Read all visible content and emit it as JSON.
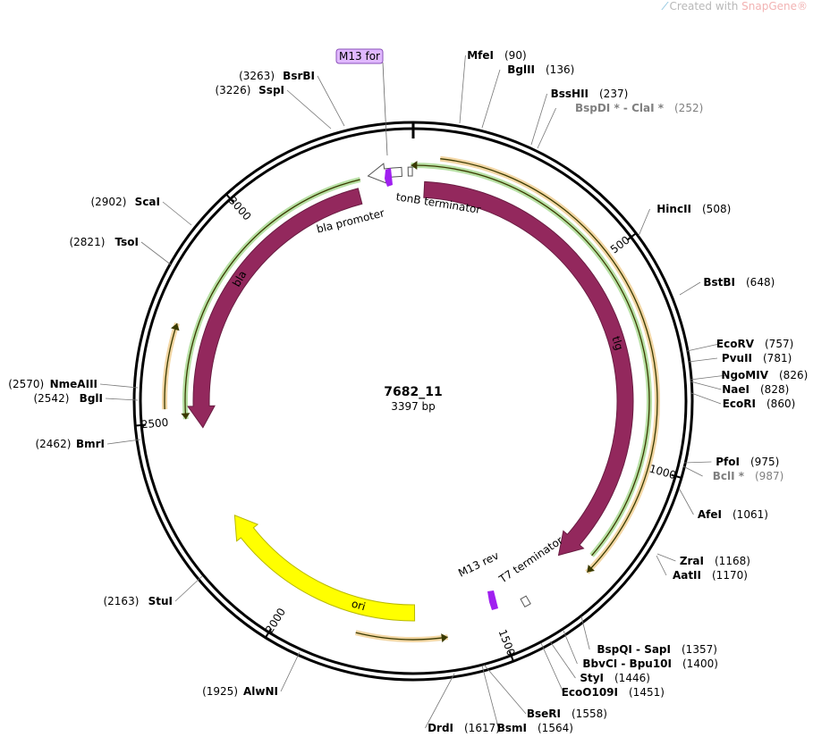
{
  "watermark": {
    "prefix": "Created with ",
    "brand": "SnapGene",
    "mark": "®"
  },
  "plasmid": {
    "name": "7682_11",
    "length_label": "3397 bp",
    "length": 3397
  },
  "ticks": [
    "500",
    "1000",
    "1500",
    "2000",
    "2500",
    "3000"
  ],
  "enzymes": [
    {
      "name": "MfeI",
      "pos": "(90)"
    },
    {
      "name": "BglII",
      "pos": "(136)"
    },
    {
      "name": "BssHII",
      "pos": "(237)"
    },
    {
      "name": "BspDI * - ClaI *",
      "pos": "(252)"
    },
    {
      "name": "HincII",
      "pos": "(508)"
    },
    {
      "name": "BstBI",
      "pos": "(648)"
    },
    {
      "name": "EcoRV",
      "pos": "(757)"
    },
    {
      "name": "PvuII",
      "pos": "(781)"
    },
    {
      "name": "NgoMIV",
      "pos": "(826)"
    },
    {
      "name": "NaeI",
      "pos": "(828)"
    },
    {
      "name": "EcoRI",
      "pos": "(860)"
    },
    {
      "name": "PfoI",
      "pos": "(975)"
    },
    {
      "name": "BclI *",
      "pos": "(987)"
    },
    {
      "name": "AfeI",
      "pos": "(1061)"
    },
    {
      "name": "ZraI",
      "pos": "(1168)"
    },
    {
      "name": "AatII",
      "pos": "(1170)"
    },
    {
      "name": "BspQI - SapI",
      "pos": "(1357)"
    },
    {
      "name": "BbvCI - Bpu10I",
      "pos": "(1400)"
    },
    {
      "name": "StyI",
      "pos": "(1446)"
    },
    {
      "name": "EcoO109I",
      "pos": "(1451)"
    },
    {
      "name": "BseRI",
      "pos": "(1558)"
    },
    {
      "name": "BsmI",
      "pos": "(1564)"
    },
    {
      "name": "DrdI",
      "pos": "(1617)"
    },
    {
      "name": "AlwNI",
      "pos": "(1925)"
    },
    {
      "name": "StuI",
      "pos": "(2163)"
    },
    {
      "name": "BmrI",
      "pos": "(2462)"
    },
    {
      "name": "BglI",
      "pos": "(2542)"
    },
    {
      "name": "NmeAIII",
      "pos": "(2570)"
    },
    {
      "name": "TsoI",
      "pos": "(2821)"
    },
    {
      "name": "ScaI",
      "pos": "(2902)"
    },
    {
      "name": "SspI",
      "pos": "(3226)"
    },
    {
      "name": "BsrBI",
      "pos": "(3263)"
    }
  ],
  "features": [
    {
      "name": "tlg",
      "color": "#93285d",
      "direction": "cw",
      "start": 28,
      "end": 1290
    },
    {
      "name": "bla",
      "color": "#93285d",
      "direction": "ccw",
      "start": 3260,
      "end": 2480
    },
    {
      "name": "ori",
      "color": "#ffff00",
      "direction": "cw",
      "start": 1695,
      "end": 2240
    },
    {
      "name": "bla promoter",
      "color": "#ffffff",
      "direction": "ccw",
      "start": 3370,
      "end": 3290
    },
    {
      "name": "tonB terminator",
      "color": "#ffffff",
      "direction": "none",
      "start": 3385,
      "end": 3395
    },
    {
      "name": "T7 terminator",
      "color": "#ffffff",
      "direction": "none",
      "start": 1415,
      "end": 1430
    }
  ],
  "orfs": [
    {
      "color": "#e8b45a",
      "direction": "cw",
      "start": 60,
      "end": 1270
    },
    {
      "color": "#e8b45a",
      "direction": "ccw",
      "start": 1830,
      "end": 1620
    },
    {
      "color": "#e8b45a",
      "direction": "cw",
      "start": 2530,
      "end": 2720
    },
    {
      "color": "#7cc75a",
      "direction": "ccw",
      "start": 1235,
      "end": 3392
    },
    {
      "color": "#7cc75a",
      "direction": "ccw",
      "start": 3270,
      "end": 2505
    }
  ],
  "primers": [
    {
      "name": "M13 for",
      "color": "#cc99ff",
      "boxed": true
    },
    {
      "name": "M13 rev",
      "color": "#a020f0",
      "boxed": false
    }
  ],
  "colors": {
    "backbone": "#000000",
    "tlg": "#93285d",
    "ori": "#ffff00",
    "primer": "#a020f0"
  }
}
